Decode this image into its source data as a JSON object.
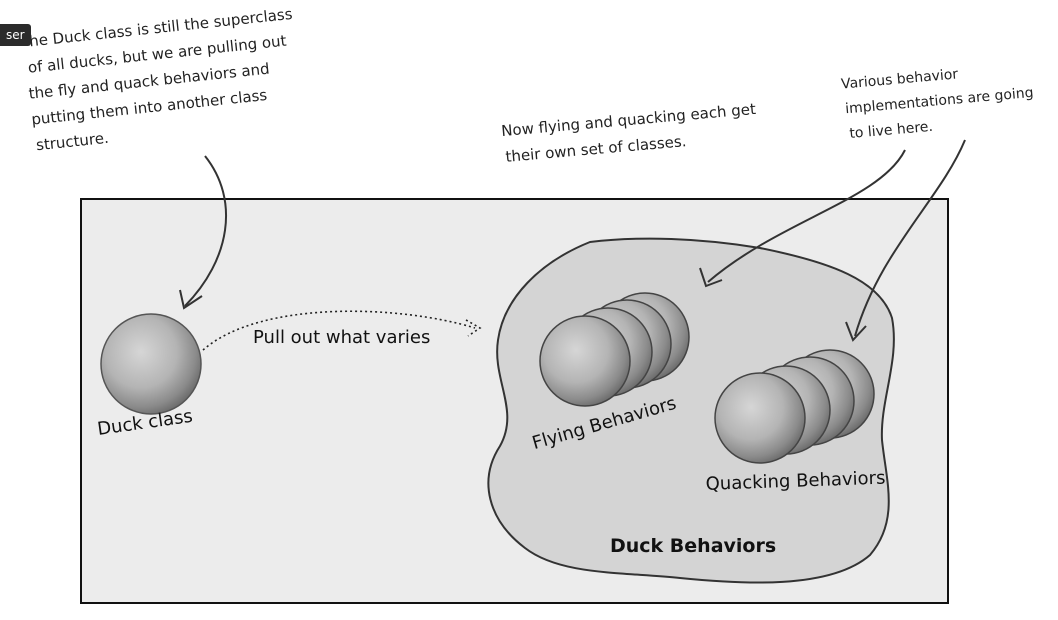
{
  "badge": "ser",
  "notes": {
    "superclass": [
      "he Duck class is still the superclass",
      "of all ducks, but we are pulling out",
      "the fly and quack behaviors and",
      "putting them into another class",
      "structure."
    ],
    "own_classes": [
      "Now flying and quacking each get",
      "their own set of classes."
    ],
    "implementations": [
      "Various behavior",
      "implementations are going",
      "to live here."
    ]
  },
  "labels": {
    "pull_out": "Pull out what varies",
    "duck_class": "Duck class",
    "flying": "Flying Behaviors",
    "quacking": "Quacking Behaviors",
    "duck_behaviors": "Duck Behaviors"
  },
  "colors": {
    "panel": "#ececec",
    "blob": "#d4d4d4",
    "ink": "#333333"
  }
}
